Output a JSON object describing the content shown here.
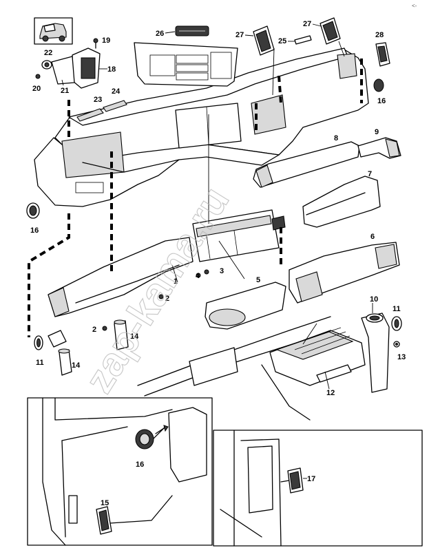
{
  "watermark": "zap-kama.ru",
  "corner_mark": "<-",
  "callouts": {
    "c1": "1",
    "c2a": "2",
    "c2b": "2",
    "c3": "3",
    "c4": "4",
    "c5": "5",
    "c6": "6",
    "c7": "7",
    "c8": "8",
    "c9": "9",
    "c10": "10",
    "c11a": "11",
    "c11b": "11",
    "c12": "12",
    "c13": "13",
    "c14a": "14",
    "c14b": "14",
    "c15": "15",
    "c16a": "16",
    "c16b": "16",
    "c16c": "16",
    "c17": "17",
    "c18": "18",
    "c19": "19",
    "c20": "20",
    "c21": "21",
    "c22": "22",
    "c23": "23",
    "c24": "24",
    "c25": "25",
    "c26": "26",
    "c27a": "27",
    "c27b": "27",
    "c28": "28"
  }
}
